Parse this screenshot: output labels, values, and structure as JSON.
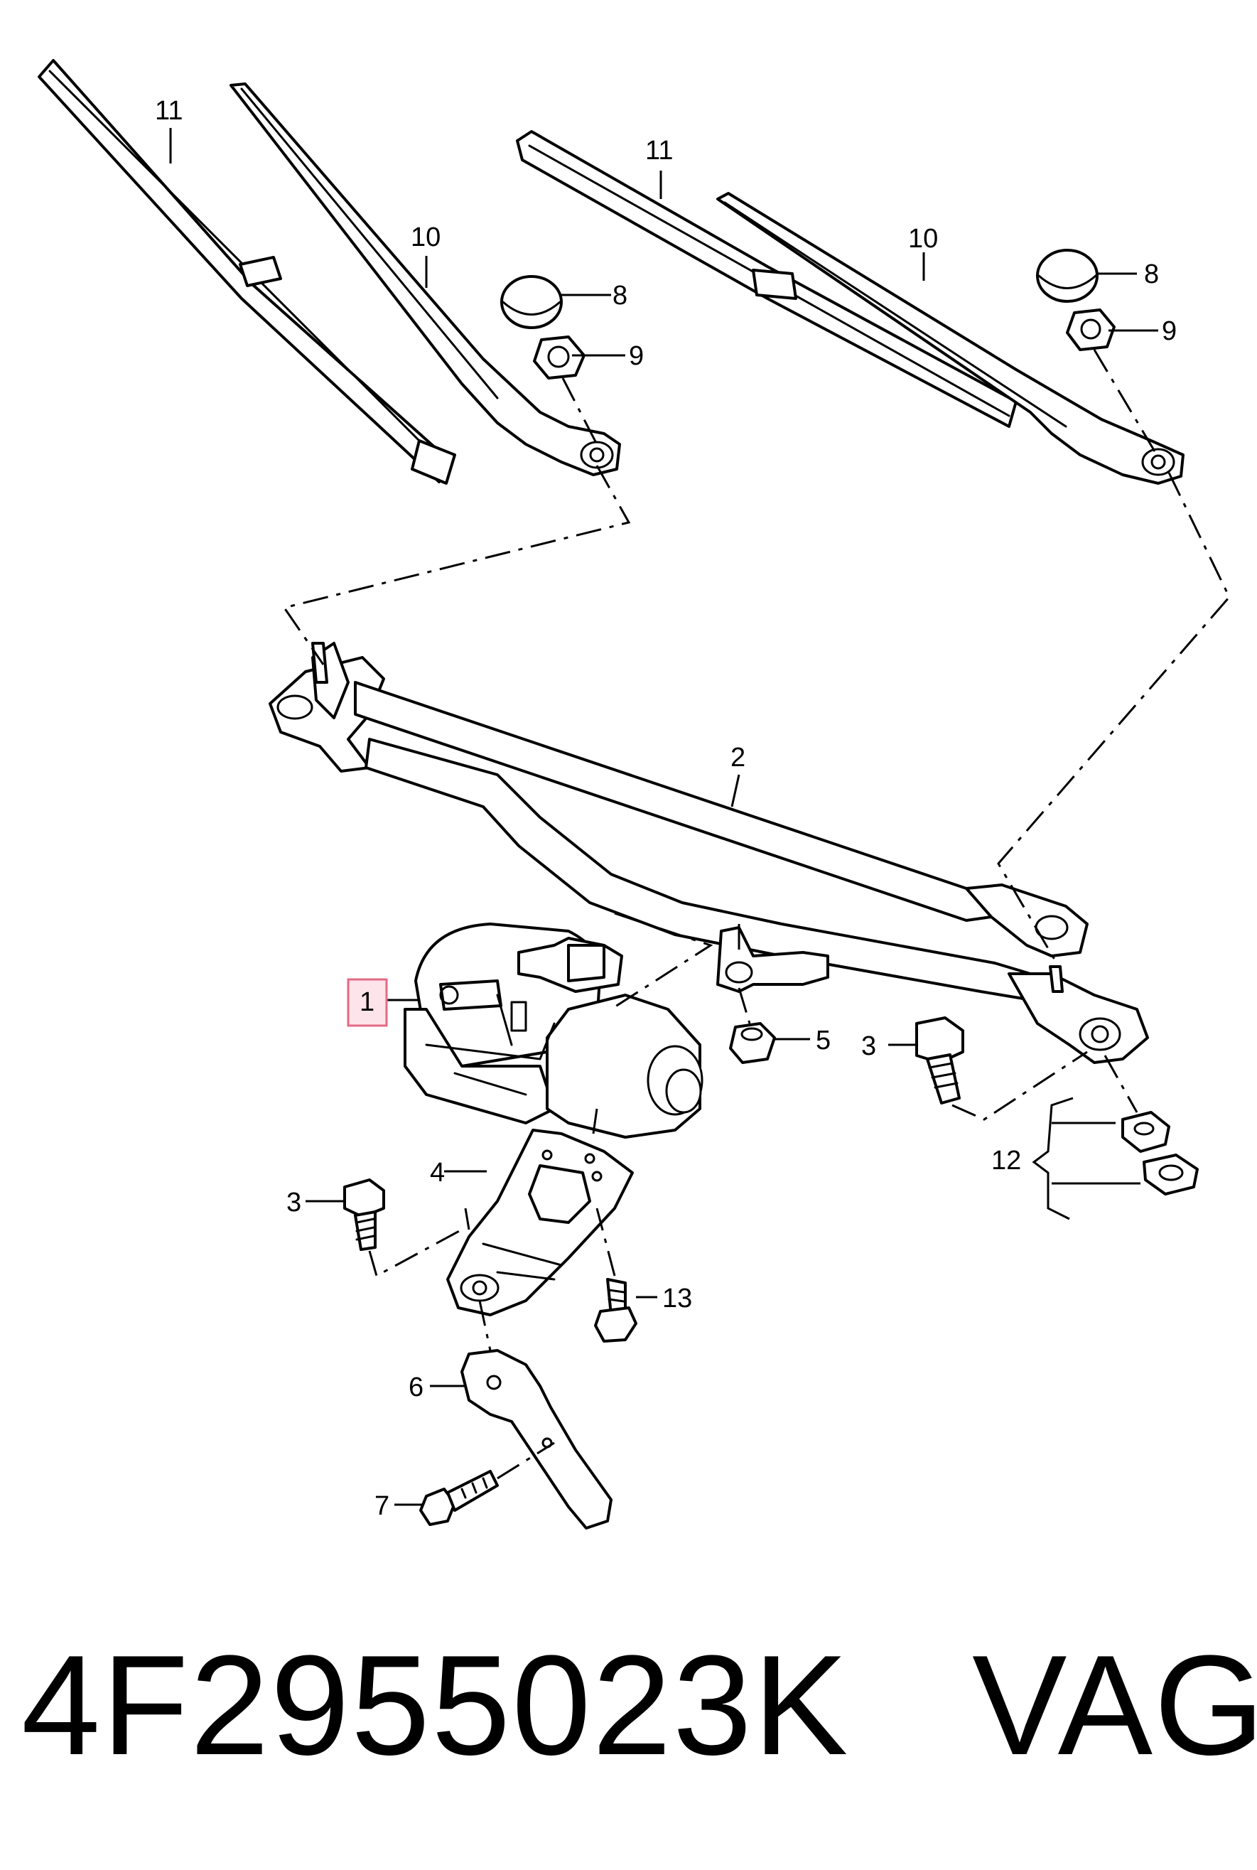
{
  "callouts": {
    "c1": "1",
    "c2": "2",
    "c3a": "3",
    "c3b": "3",
    "c4": "4",
    "c5": "5",
    "c6": "6",
    "c7": "7",
    "c8a": "8",
    "c8b": "8",
    "c9a": "9",
    "c9b": "9",
    "c10a": "10",
    "c10b": "10",
    "c11a": "11",
    "c11b": "11",
    "c12": "12",
    "c13": "13"
  },
  "highlighted_callout": "1",
  "caption": {
    "part_number": "4F2955023K",
    "brand": "VAG"
  },
  "colors": {
    "highlight_fill": "#fde3ea",
    "highlight_stroke": "#e46a86",
    "line": "#000000"
  }
}
